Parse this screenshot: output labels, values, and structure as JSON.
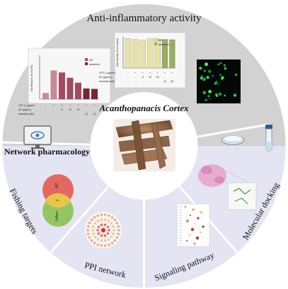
{
  "center": {
    "title": "Acanthopanacis Cortex"
  },
  "sections": {
    "top": "Anti-inflammatory activity",
    "left": "Network pharmacology",
    "fishing": "Fishing targets",
    "ppi": "PPI network",
    "signaling": "Signaling pathway",
    "docking": "Molecular docking"
  },
  "chart_left": {
    "legend": [
      "AC",
      "sesamin"
    ],
    "ylabel": "NO Release (% of LPS)",
    "values": [
      15,
      70,
      65,
      52,
      40,
      26,
      25
    ],
    "colors": {
      "lps": "#c48c98",
      "ac": "#a24a5e",
      "sesamin": "#7d2234"
    },
    "rows": [
      {
        "label": "LPS (1 µg/mL)",
        "cells": [
          "-",
          "+",
          "+",
          "+",
          "+",
          "+",
          "+"
        ]
      },
      {
        "label": "AC (µg/mL)",
        "cells": [
          "-",
          "-",
          "5",
          "10",
          "20",
          "-",
          "-"
        ]
      },
      {
        "label": "sesamin (µM)",
        "cells": [
          "-",
          "-",
          "-",
          "-",
          "-",
          "10",
          "20"
        ]
      }
    ]
  },
  "chart_right": {
    "legend": [
      "AC",
      "sesamin"
    ],
    "ylabel": "Cell viability (% of control)",
    "values": [
      95,
      92,
      90,
      94,
      93,
      92,
      91
    ],
    "colors": {
      "bar": "#e8e2a6",
      "sesamin": "#9aab62"
    },
    "rows": [
      {
        "label": "LPS (1 µg/mL)",
        "cells": [
          "-",
          "+",
          "+",
          "+",
          "+",
          "+",
          "+"
        ]
      },
      {
        "label": "AC (µg/mL)",
        "cells": [
          "-",
          "-",
          "5",
          "10",
          "20",
          "-",
          "-"
        ]
      },
      {
        "label": "sesamin (µM)",
        "cells": [
          "-",
          "-",
          "-",
          "-",
          "-",
          "10",
          "20"
        ]
      }
    ]
  },
  "venn": {
    "left": "AC",
    "mid": "7",
    "right": "Inflam"
  },
  "colors": {
    "ring_top": "#cfcfcf",
    "ring_bottom": "#e4e4f3",
    "divider": "#ffffff"
  }
}
